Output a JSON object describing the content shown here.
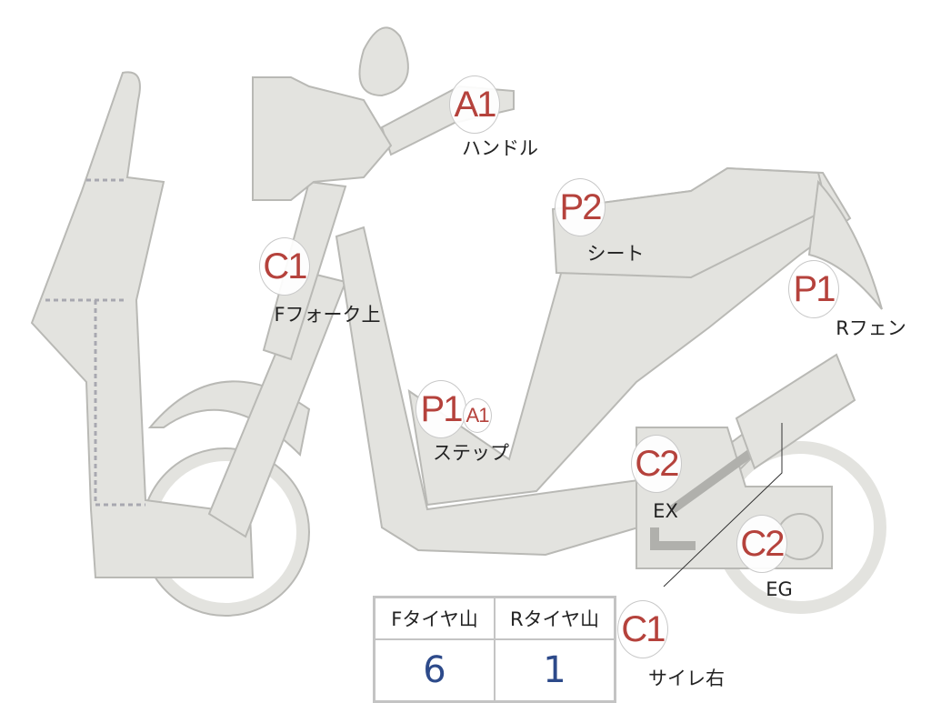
{
  "markers": [
    {
      "grade": "A1",
      "label": "ハンドル"
    },
    {
      "grade": "C1",
      "label": "Fフォーク上"
    },
    {
      "grade": "P2",
      "label": "シート"
    },
    {
      "grade": "P1",
      "label": "Rフェン"
    },
    {
      "grade": "P1",
      "extra_grade": "A1",
      "label": "ステップ"
    },
    {
      "grade": "C2",
      "label": "EX"
    },
    {
      "grade": "C2",
      "label": "EG"
    },
    {
      "grade": "C1",
      "label": "サイレ右"
    }
  ],
  "tire_table": {
    "headers": [
      "Fタイヤ山",
      "Rタイヤ山"
    ],
    "values": [
      "6",
      "1"
    ]
  },
  "colors": {
    "body": "#e3e3df",
    "outline": "#b9b9b5",
    "grade": "#b5423c",
    "value": "#2d4a8a"
  }
}
